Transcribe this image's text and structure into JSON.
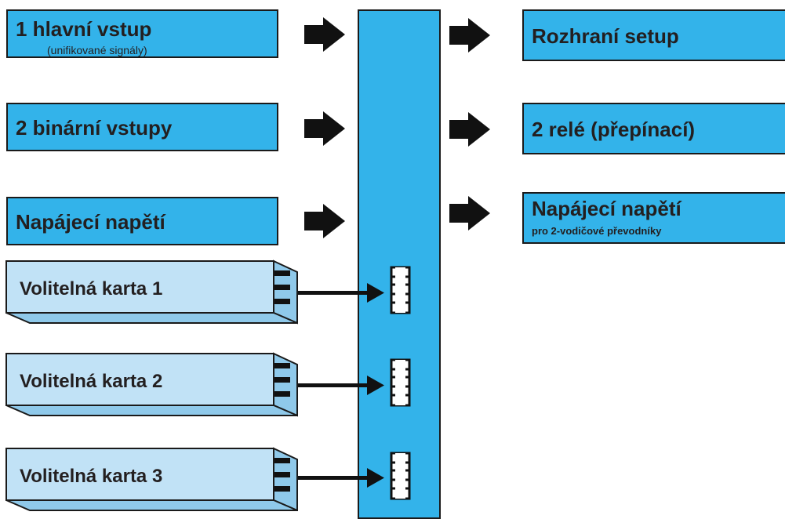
{
  "inputs": {
    "main_input": {
      "title": "1 hlavní vstup",
      "subtitle": "(unifikované signály)"
    },
    "binary_inputs": {
      "title": "2 binární vstupy"
    },
    "power_supply": {
      "title": "Napájecí napětí"
    }
  },
  "outputs": {
    "setup_interface": {
      "title": "Rozhraní setup"
    },
    "relays": {
      "title": "2 relé (přepínací)"
    },
    "transmitter_power": {
      "title": "Napájecí napětí",
      "subtitle": "pro 2-vodičové převodníky"
    }
  },
  "cards": [
    {
      "label": "Volitelná karta 1"
    },
    {
      "label": "Volitelná karta 2"
    },
    {
      "label": "Volitelná karta 3"
    }
  ],
  "colors": {
    "box_fill": "#33b3ea",
    "card_fill": "#c1e2f6",
    "card_shade": "#8fc9ea",
    "outline": "#1a1a1a"
  }
}
